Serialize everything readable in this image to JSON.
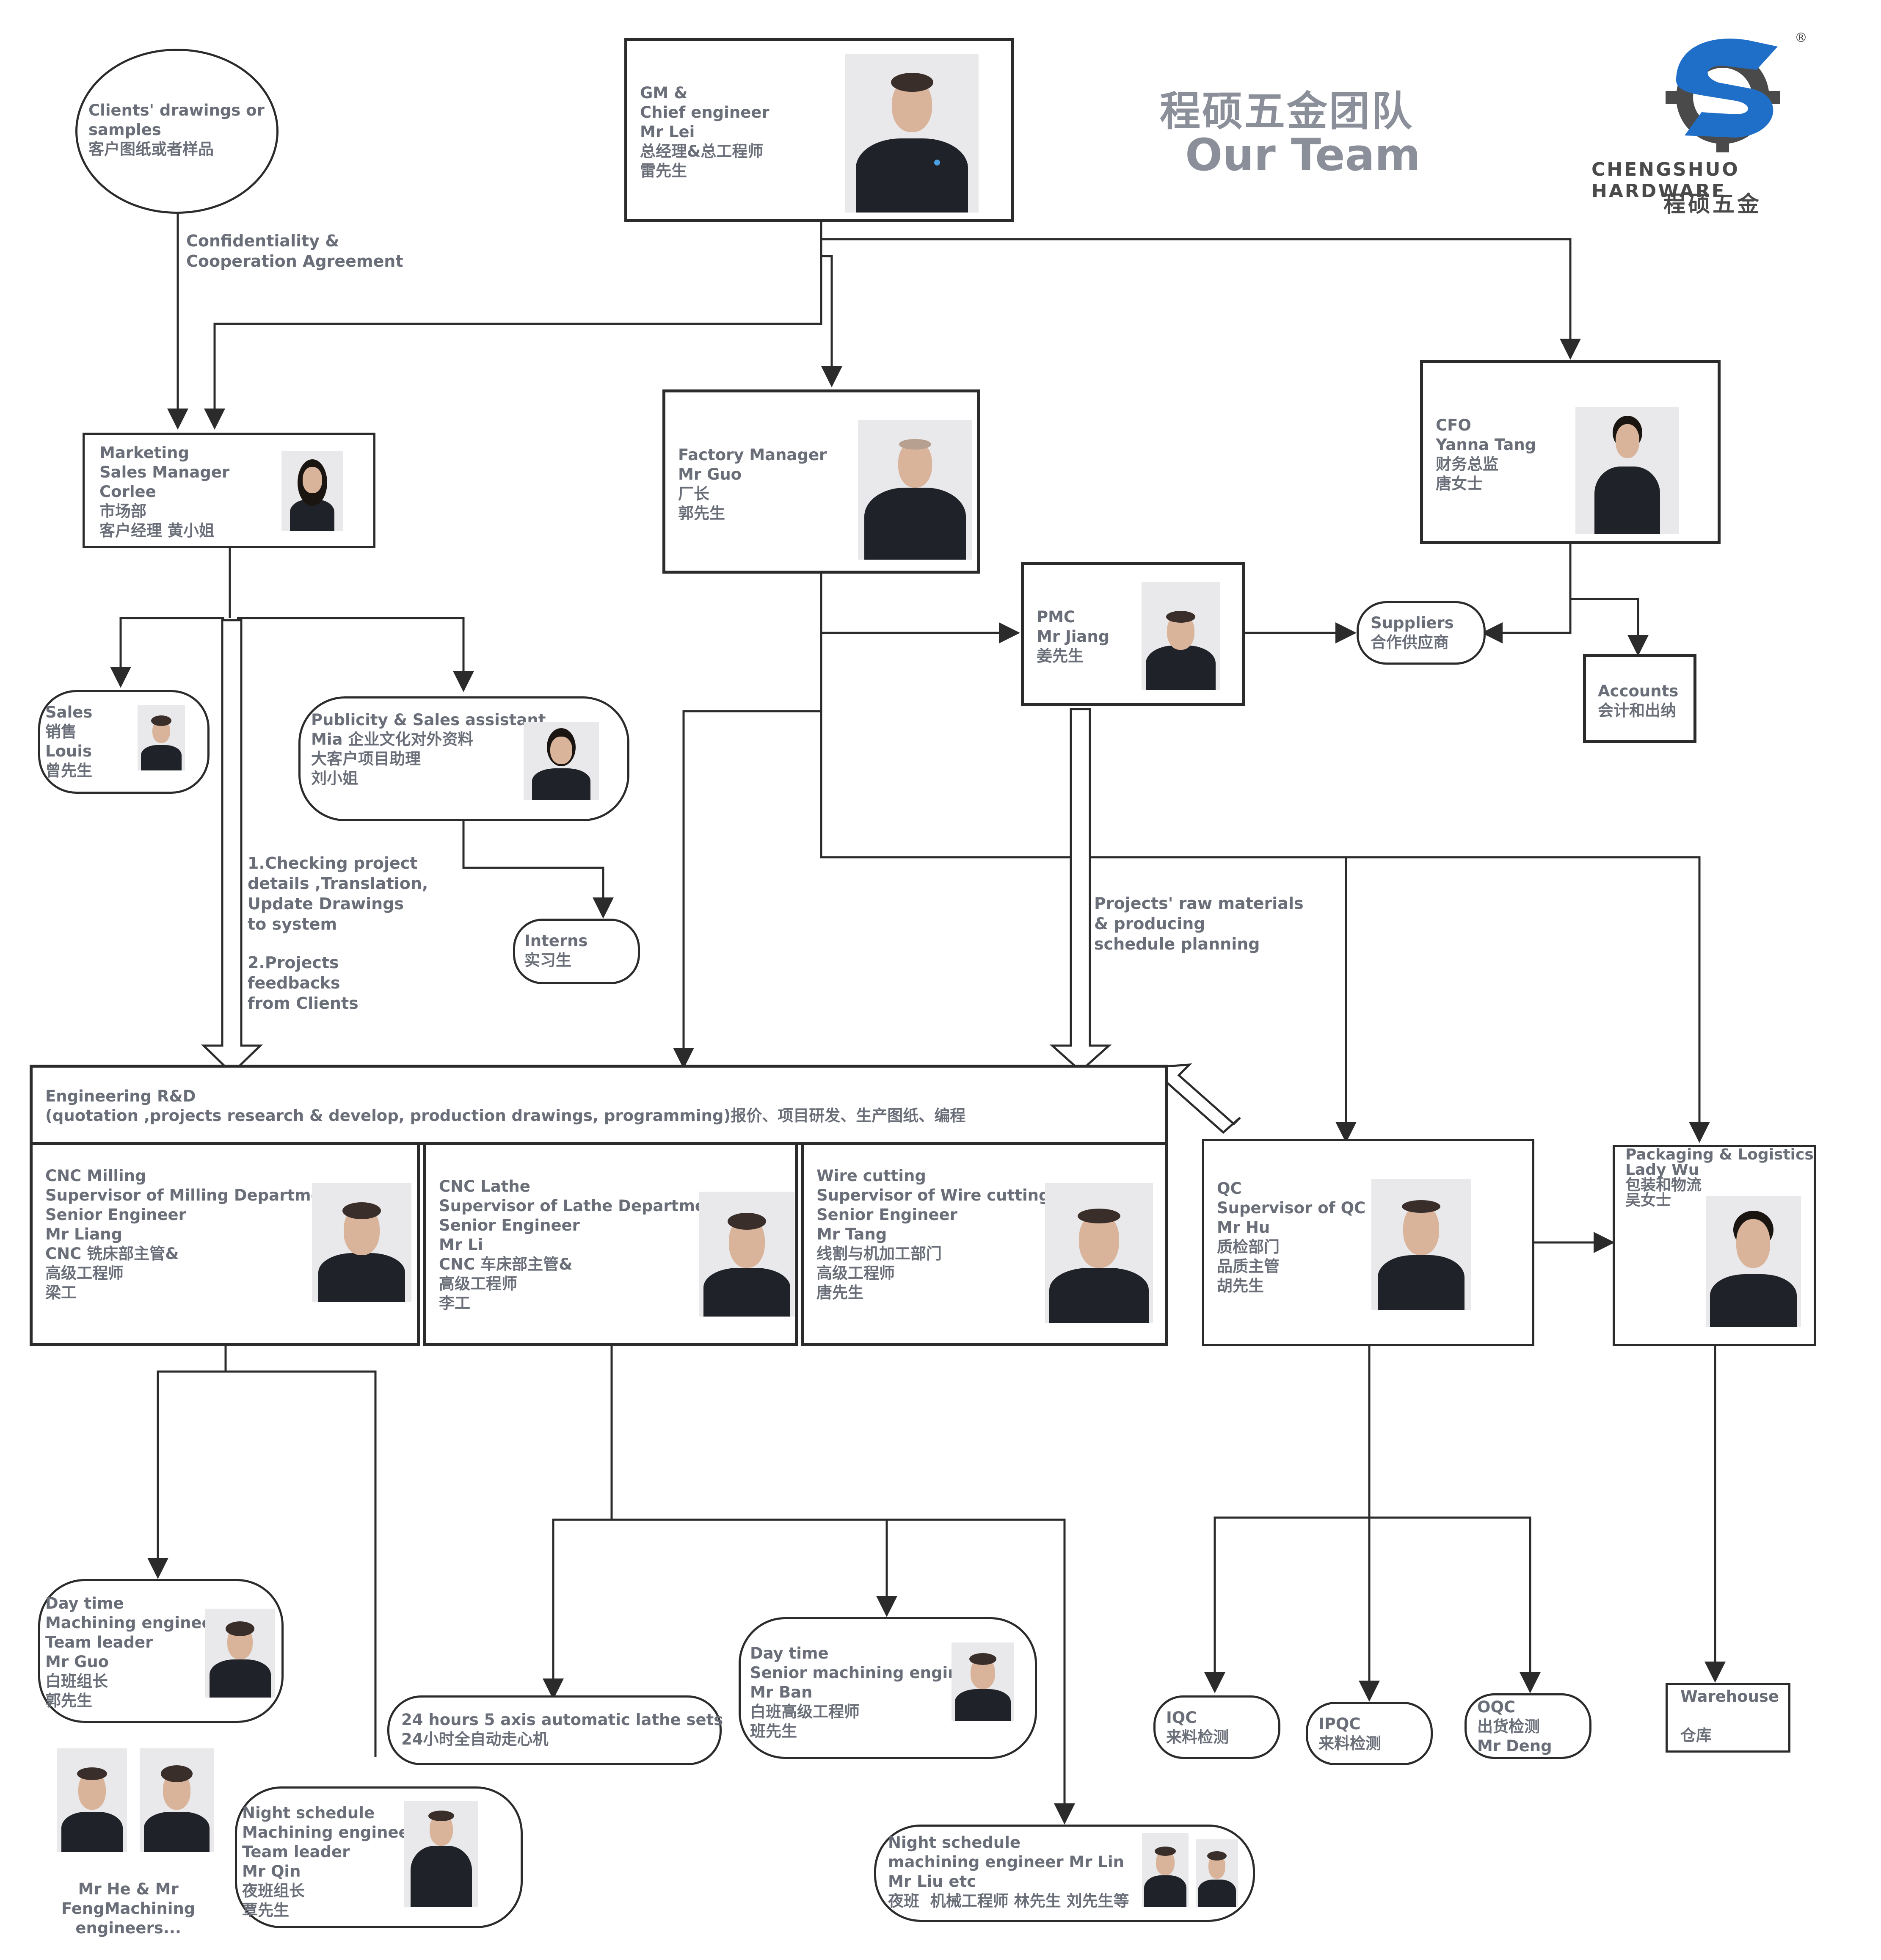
{
  "header": {
    "title_cn": "程硕五金团队",
    "title_en": "Our Team",
    "brand_en": "CHENGSHUO HARDWARE",
    "brand_cn": "程硕五金",
    "registered": "®",
    "brand_colors": {
      "blue": "#1f6fc8",
      "gear": "#4a4a4a"
    }
  },
  "nodes": {
    "clients": "Clients' drawings or\nsamples\n客户图纸或者样品",
    "gm": "GM &\nChief engineer\nMr Lei\n总经理&总工程师\n雷先生",
    "marketing": "Marketing\nSales Manager\nCorlee\n市场部\n客户经理 黄小姐",
    "factory": "Factory Manager\nMr Guo\n厂长\n郭先生",
    "cfo": "CFO\nYanna Tang\n财务总监\n唐女士",
    "pmc": "PMC\nMr Jiang\n姜先生",
    "suppliers": "Suppliers\n合作供应商",
    "accounts": "Accounts\n会计和出纳",
    "sales": "Sales\n销售\nLouis\n曾先生",
    "publicity": "Publicity & Sales assistant\nMia 企业文化对外资料\n大客户项目助理\n刘小姐",
    "interns": "Interns\n实习生",
    "engineering": "Engineering R&D\n(quotation ,projects research & develop, production drawings, programming)报价、项目研发、生产图纸、编程",
    "cnc_milling": "CNC Milling\nSupervisor of Milling Department&\nSenior Engineer\nMr Liang\nCNC 铣床部主管&\n高级工程师\n梁工",
    "cnc_lathe": "CNC Lathe\nSupervisor of Lathe Department&\nSenior Engineer\nMr Li\nCNC 车床部主管&\n高级工程师\n李工",
    "wire_cutting": "Wire cutting\nSupervisor of Wire cutting &\nSenior Engineer\nMr Tang\n线割与机加工部门\n高级工程师\n唐先生",
    "qc": "QC\nSupervisor of QC\nMr Hu\n质检部门\n品质主管\n胡先生",
    "packaging": "Packaging & Logistics\nLady Wu\n包装和物流\n吴女士",
    "day_milling": "Day time\nMachining engineer\nTeam leader\nMr Guo\n白班组长\n郭先生",
    "night_milling": "Night schedule\nMachining engineer\nTeam leader\nMr Qin\n夜班组长\n覃先生",
    "lathe_sets": "24 hours 5 axis automatic lathe sets\n24小时全自动走心机",
    "day_wire": "Day time\nSenior machining enginee\nMr Ban\n白班高级工程师\n班先生",
    "night_wire": "Night schedule\nmachining engineer Mr Lin\nMr Liu etc\n夜班  机械工程师 林先生 刘先生等",
    "iqc": "IQC\n来料检测",
    "ipqc": "IPQC\n来料检测",
    "oqc": "OQC\n出货检测\nMr Deng",
    "warehouse": "Warehouse\n\n仓库",
    "he_feng": "Mr He & Mr\nFengMachining\nengineers..."
  },
  "edge_labels": {
    "confidentiality": "Confidentiality &\nCooperation Agreement",
    "checking": "1.Checking project\ndetails ,Translation,\nUpdate Drawings\nto system",
    "feedbacks": "2.Projects\nfeedbacks\nfrom Clients",
    "raw_materials": "Projects' raw materials\n& producing\nschedule planning"
  }
}
